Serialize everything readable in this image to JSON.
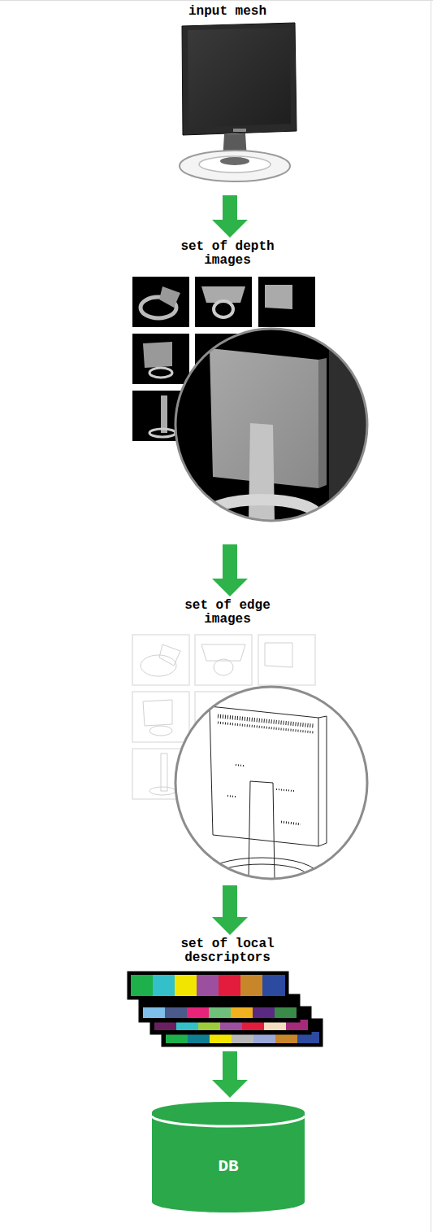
{
  "diagram": {
    "nodes": [
      {
        "text": [
          "input mesh"
        ]
      },
      {
        "text": [
          "set of depth images"
        ]
      },
      {
        "text": [
          "set of edge images"
        ]
      },
      {
        "text": [
          "set of local descriptors"
        ]
      },
      {
        "text": [
          "DB"
        ]
      }
    ],
    "edges": [
      {
        "from": 0,
        "to": 1,
        "arrow": "to"
      },
      {
        "from": 1,
        "to": 2,
        "arrow": "to"
      },
      {
        "from": 2,
        "to": 3,
        "arrow": "to"
      },
      {
        "from": 3,
        "to": 4,
        "arrow": "to"
      }
    ]
  }
}
